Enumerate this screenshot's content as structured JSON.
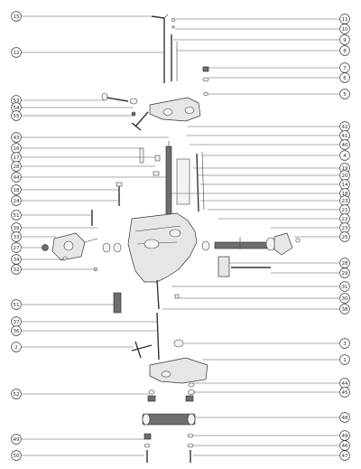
{
  "callouts_left": [
    "15",
    "12",
    "53",
    "54",
    "55",
    "43",
    "16",
    "17",
    "28",
    "44",
    "18",
    "24",
    "51",
    "39",
    "33",
    "27",
    "34",
    "32",
    "51",
    "37",
    "36",
    "2",
    "52",
    "49",
    "50"
  ],
  "callouts_right": [
    "11",
    "10",
    "9",
    "8",
    "7",
    "6",
    "5",
    "42",
    "41",
    "40",
    "4",
    "19",
    "20",
    "14",
    "18",
    "23",
    "21",
    "22",
    "23",
    "25",
    "28",
    "29",
    "31",
    "30",
    "38",
    "3",
    "1",
    "44",
    "45",
    "48",
    "49",
    "46",
    "47"
  ]
}
